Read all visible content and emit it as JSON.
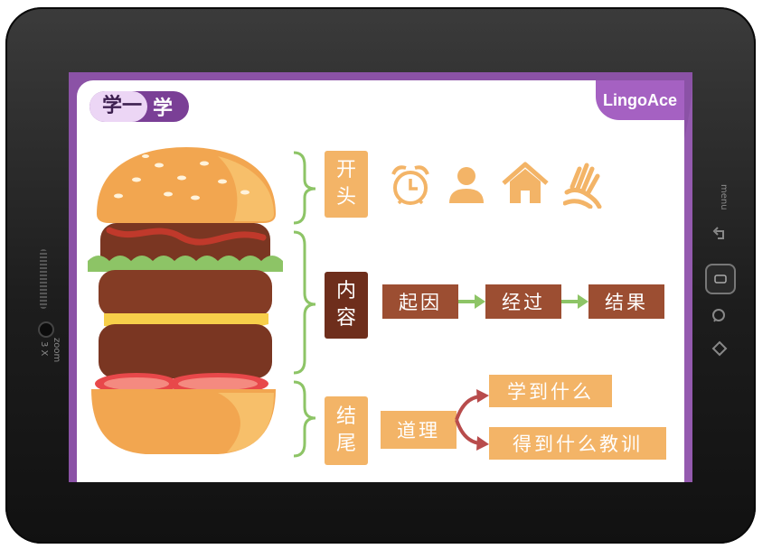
{
  "slide": {
    "title_part1": "学一",
    "title_part2": "学",
    "logo": "LingoAce"
  },
  "sections": {
    "opening": {
      "char1": "开",
      "char2": "头",
      "icons": [
        "alarm-clock-icon",
        "person-icon",
        "house-icon",
        "sign-language-icon"
      ]
    },
    "content": {
      "char1": "内",
      "char2": "容",
      "flow": [
        "起因",
        "经过",
        "结果"
      ]
    },
    "ending": {
      "char1": "结",
      "char2": "尾",
      "moral": "道理",
      "outcomes": [
        "学到什么",
        "得到什么教训"
      ]
    }
  },
  "colors": {
    "purple": "#8b52a6",
    "orange": "#f3b467",
    "brown": "#9c4e32",
    "dark_brown": "#6e2e1c",
    "green": "#8dc466"
  },
  "device": {
    "side_label_1": "menu",
    "side_label_2": "zoom",
    "side_label_3": "3 X"
  }
}
